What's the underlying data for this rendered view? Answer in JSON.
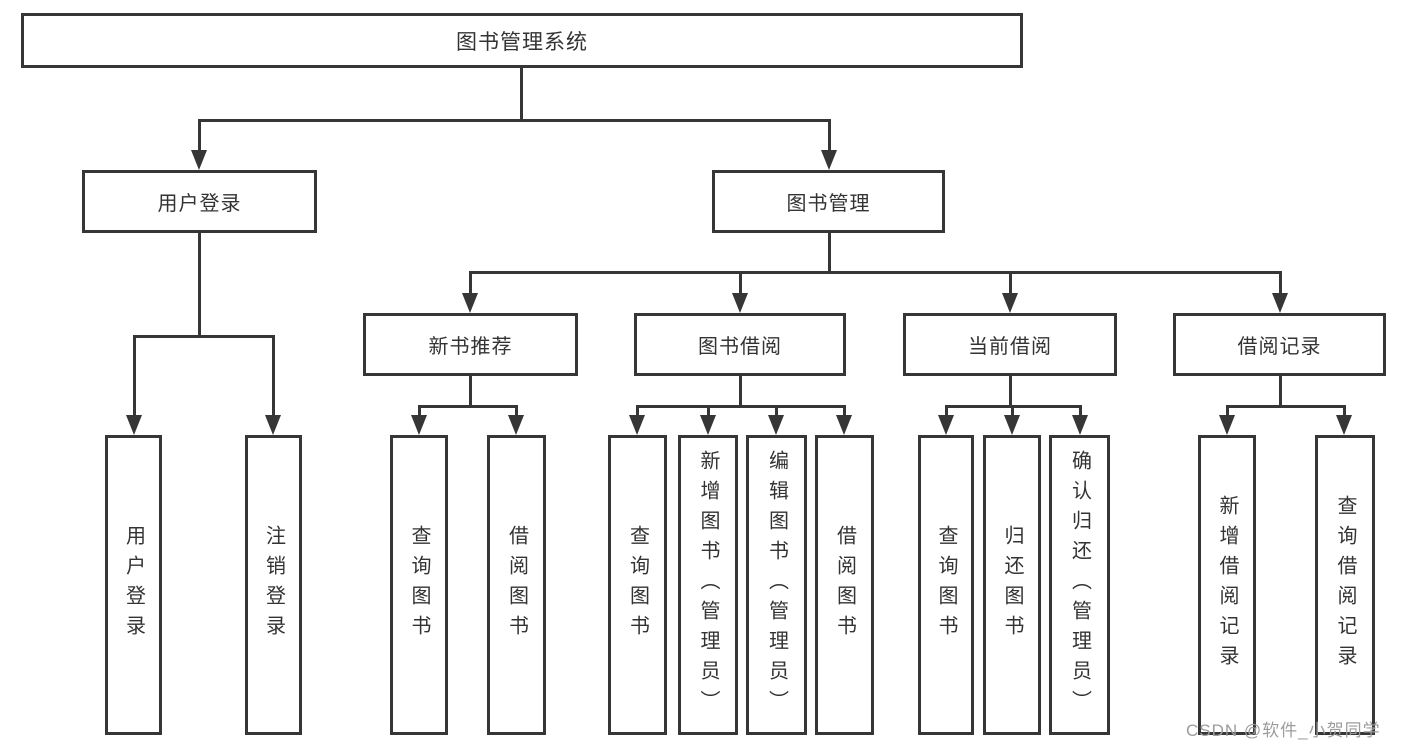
{
  "diagram_title": "图书管理系统",
  "style": {
    "line_color": "#363636",
    "box_border_color": "#363636",
    "text_color": "#333333",
    "background_color": "#ffffff",
    "watermark_color": "#9c9c9c"
  },
  "tree": {
    "root": {
      "label": "图书管理系统"
    },
    "children": [
      {
        "label": "用户登录",
        "children": [
          {
            "label": "用户登录"
          },
          {
            "label": "注销登录"
          }
        ]
      },
      {
        "label": "图书管理",
        "children": [
          {
            "label": "新书推荐",
            "children": [
              {
                "label": "查询图书"
              },
              {
                "label": "借阅图书"
              }
            ]
          },
          {
            "label": "图书借阅",
            "children": [
              {
                "label": "查询图书"
              },
              {
                "label": "新增图书（管理员）"
              },
              {
                "label": "编辑图书（管理员）"
              },
              {
                "label": "借阅图书"
              }
            ]
          },
          {
            "label": "当前借阅",
            "children": [
              {
                "label": "查询图书"
              },
              {
                "label": "归还图书"
              },
              {
                "label": "确认归还（管理员）"
              }
            ]
          },
          {
            "label": "借阅记录",
            "children": [
              {
                "label": "新增借阅记录"
              },
              {
                "label": "查询借阅记录"
              }
            ]
          }
        ]
      }
    ]
  },
  "watermark": {
    "text": "CSDN @软件_小贺同学"
  }
}
